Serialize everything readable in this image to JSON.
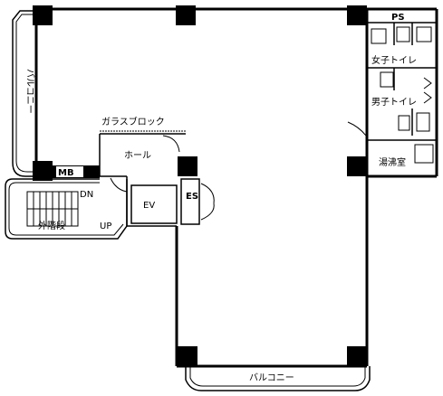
{
  "labels": {
    "balcony_left": "バルコニー",
    "balcony_bottom": "バルコニー",
    "glass_block": "ガラスブロック",
    "hall": "ホール",
    "mb": "MB",
    "dn": "DN",
    "up": "UP",
    "external_stairs": "外階段",
    "ev": "EV",
    "es": "ES",
    "ps": "PS",
    "womens_toilet": "女子トイレ",
    "mens_toilet": "男子トイレ",
    "kitchenette": "湯沸室"
  }
}
